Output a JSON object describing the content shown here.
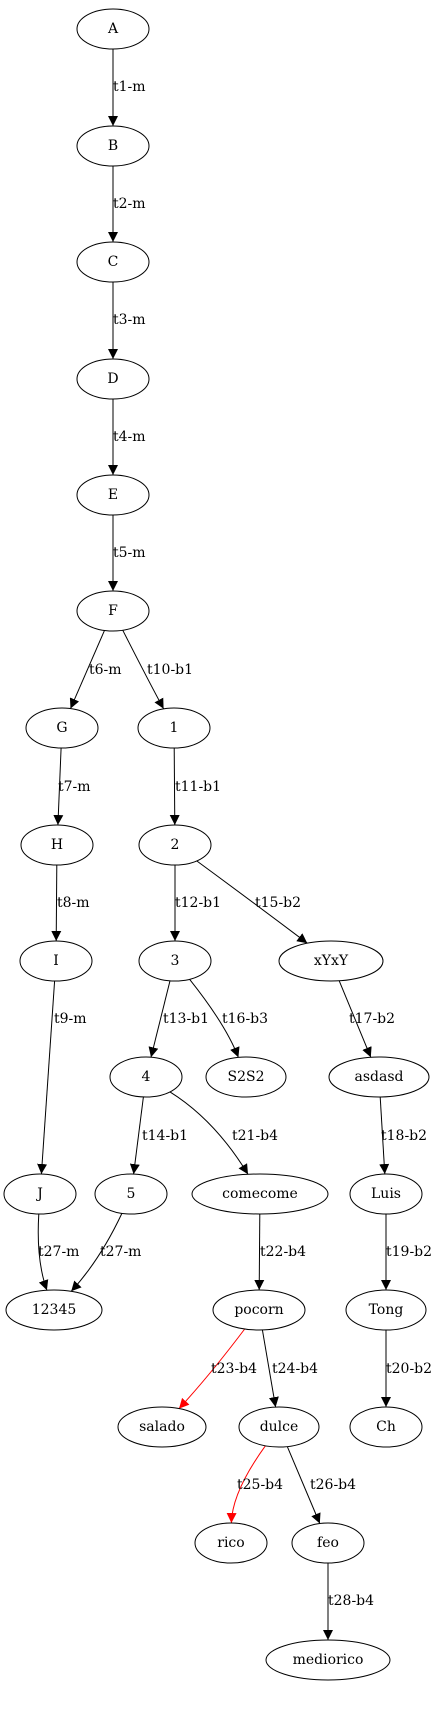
{
  "graph": {
    "nodes": [
      {
        "id": "A",
        "label": "A"
      },
      {
        "id": "B",
        "label": "B"
      },
      {
        "id": "C",
        "label": "C"
      },
      {
        "id": "D",
        "label": "D"
      },
      {
        "id": "E",
        "label": "E"
      },
      {
        "id": "F",
        "label": "F"
      },
      {
        "id": "G",
        "label": "G"
      },
      {
        "id": "1",
        "label": "1"
      },
      {
        "id": "H",
        "label": "H"
      },
      {
        "id": "2",
        "label": "2"
      },
      {
        "id": "I",
        "label": "I"
      },
      {
        "id": "3",
        "label": "3"
      },
      {
        "id": "xYxY",
        "label": "xYxY"
      },
      {
        "id": "4",
        "label": "4"
      },
      {
        "id": "S2S2",
        "label": "S2S2"
      },
      {
        "id": "asdasd",
        "label": "asdasd"
      },
      {
        "id": "J",
        "label": "J"
      },
      {
        "id": "5",
        "label": "5"
      },
      {
        "id": "comecome",
        "label": "comecome"
      },
      {
        "id": "Luis",
        "label": "Luis"
      },
      {
        "id": "12345",
        "label": "12345"
      },
      {
        "id": "pocorn",
        "label": "pocorn"
      },
      {
        "id": "Tong",
        "label": "Tong"
      },
      {
        "id": "salado",
        "label": "salado"
      },
      {
        "id": "dulce",
        "label": "dulce"
      },
      {
        "id": "Ch",
        "label": "Ch"
      },
      {
        "id": "rico",
        "label": "rico"
      },
      {
        "id": "feo",
        "label": "feo"
      },
      {
        "id": "mediorico",
        "label": "mediorico"
      }
    ],
    "edges": [
      {
        "from": "A",
        "to": "B",
        "label": "t1-m",
        "color": "#000000"
      },
      {
        "from": "B",
        "to": "C",
        "label": "t2-m",
        "color": "#000000"
      },
      {
        "from": "C",
        "to": "D",
        "label": "t3-m",
        "color": "#000000"
      },
      {
        "from": "D",
        "to": "E",
        "label": "t4-m",
        "color": "#000000"
      },
      {
        "from": "E",
        "to": "F",
        "label": "t5-m",
        "color": "#000000"
      },
      {
        "from": "F",
        "to": "G",
        "label": "t6-m",
        "color": "#000000"
      },
      {
        "from": "F",
        "to": "1",
        "label": "t10-b1",
        "color": "#000000"
      },
      {
        "from": "G",
        "to": "H",
        "label": "t7-m",
        "color": "#000000"
      },
      {
        "from": "H",
        "to": "I",
        "label": "t8-m",
        "color": "#000000"
      },
      {
        "from": "I",
        "to": "J",
        "label": "t9-m",
        "color": "#000000"
      },
      {
        "from": "1",
        "to": "2",
        "label": "t11-b1",
        "color": "#000000"
      },
      {
        "from": "2",
        "to": "3",
        "label": "t12-b1",
        "color": "#000000"
      },
      {
        "from": "2",
        "to": "xYxY",
        "label": "t15-b2",
        "color": "#000000"
      },
      {
        "from": "3",
        "to": "4",
        "label": "t13-b1",
        "color": "#000000"
      },
      {
        "from": "3",
        "to": "S2S2",
        "label": "t16-b3",
        "color": "#000000"
      },
      {
        "from": "xYxY",
        "to": "asdasd",
        "label": "t17-b2",
        "color": "#000000"
      },
      {
        "from": "4",
        "to": "5",
        "label": "t14-b1",
        "color": "#000000"
      },
      {
        "from": "4",
        "to": "comecome",
        "label": "t21-b4",
        "color": "#000000"
      },
      {
        "from": "asdasd",
        "to": "Luis",
        "label": "t18-b2",
        "color": "#000000"
      },
      {
        "from": "J",
        "to": "12345",
        "label": "t27-m",
        "color": "#000000"
      },
      {
        "from": "5",
        "to": "12345",
        "label": "t27-m",
        "color": "#000000"
      },
      {
        "from": "comecome",
        "to": "pocorn",
        "label": "t22-b4",
        "color": "#000000"
      },
      {
        "from": "Luis",
        "to": "Tong",
        "label": "t19-b2",
        "color": "#000000"
      },
      {
        "from": "pocorn",
        "to": "salado",
        "label": "t23-b4",
        "color": "#ff0000"
      },
      {
        "from": "pocorn",
        "to": "dulce",
        "label": "t24-b4",
        "color": "#000000"
      },
      {
        "from": "Tong",
        "to": "Ch",
        "label": "t20-b2",
        "color": "#000000"
      },
      {
        "from": "dulce",
        "to": "rico",
        "label": "t25-b4",
        "color": "#ff0000"
      },
      {
        "from": "dulce",
        "to": "feo",
        "label": "t26-b4",
        "color": "#000000"
      },
      {
        "from": "feo",
        "to": "mediorico",
        "label": "t28-b4",
        "color": "#000000"
      }
    ]
  }
}
